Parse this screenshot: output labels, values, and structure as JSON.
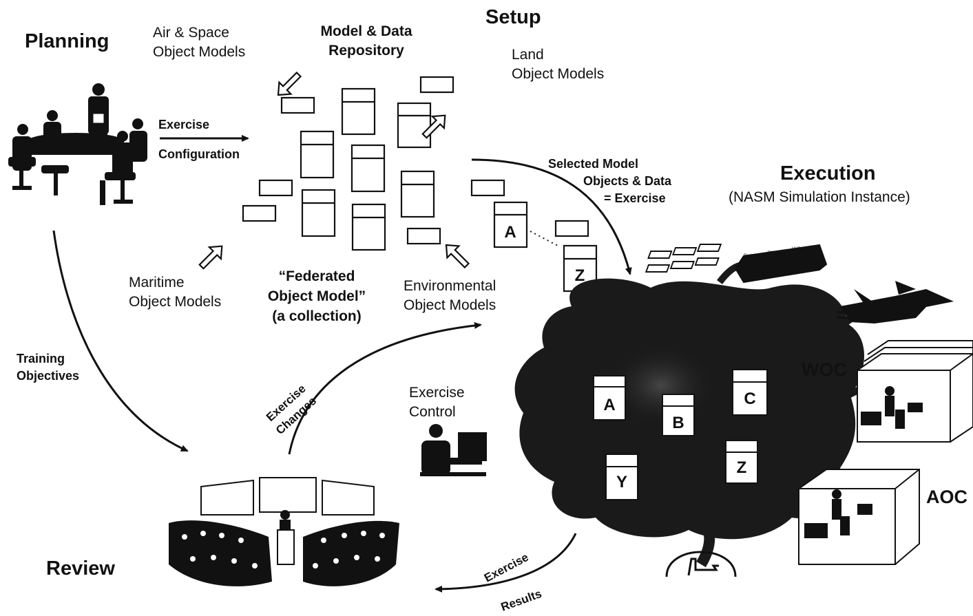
{
  "labels": {
    "planning": "Planning",
    "setup": "Setup",
    "execution": "Execution",
    "execution_sub": "(NASM Simulation Instance)",
    "review": "Review",
    "air_space": [
      "Air & Space",
      "Object Models"
    ],
    "repository": [
      "Model & Data",
      "Repository"
    ],
    "land": [
      "Land",
      "Object Models"
    ],
    "exercise_config": [
      "Exercise",
      "Configuration"
    ],
    "selected_model": [
      "Selected  Model",
      "Objects & Data",
      "= Exercise"
    ],
    "maritime": [
      "Maritime",
      "Object Models"
    ],
    "federated": [
      "“Federated",
      "Object Model”",
      "(a collection)"
    ],
    "environmental": [
      "Environmental",
      "Object Models"
    ],
    "training_objectives": [
      "Training",
      "Objectives"
    ],
    "exercise_changes": [
      "Exercise",
      "Changes"
    ],
    "exercise_control": [
      "Exercise",
      "Control"
    ],
    "exercise_results": [
      "Exercise",
      "Results"
    ],
    "woc": "WOC",
    "aoc": "AOC"
  },
  "boxes": {
    "setup_a": "A",
    "setup_z": "Z",
    "cloud": [
      "A",
      "B",
      "C",
      "Y",
      "Z"
    ]
  },
  "panel_labels": [
    "Radar",
    "Icons",
    "HUD",
    "Pilot",
    "Engine",
    "Missile"
  ],
  "colors": {
    "ink": "#111111",
    "cloud": "#1a1a1a",
    "paper": "#ffffff"
  }
}
